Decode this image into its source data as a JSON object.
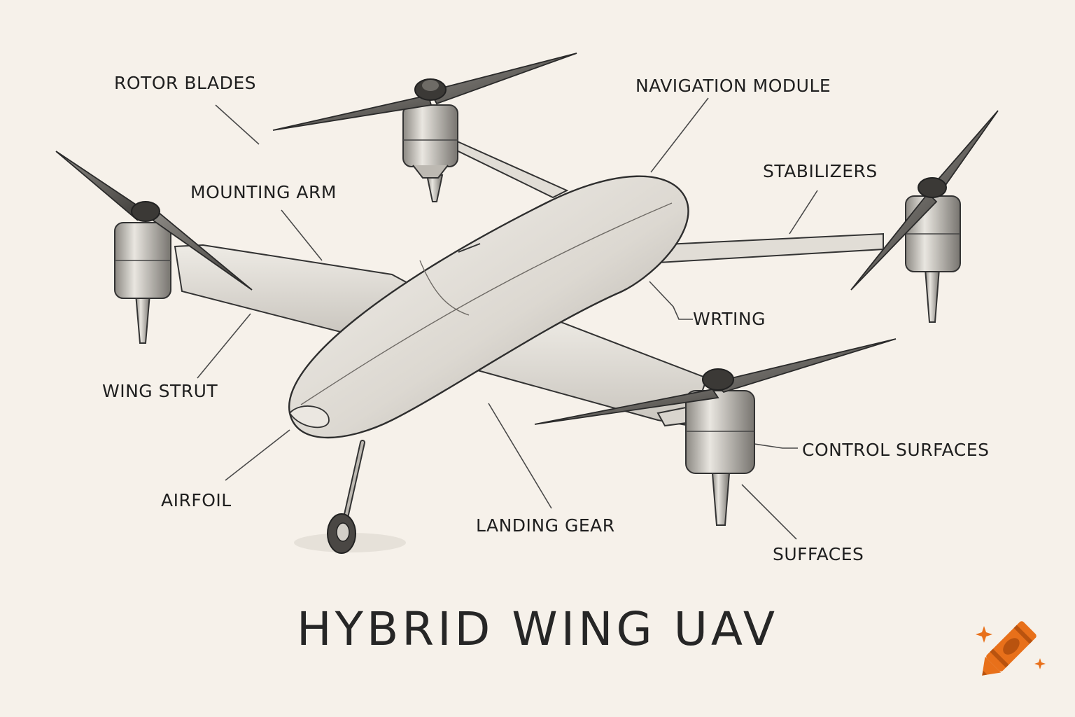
{
  "title": "HYBRID WING UAV",
  "labels": {
    "rotor_blades": "ROTOR BLADES",
    "navigation_module": "NAVIGATION MODULE",
    "mounting_arm": "MOUNTING ARM",
    "stabilizers": "STABILIZERS",
    "wrting": "WRTING",
    "wing_strut": "WING STRUT",
    "control_surfaces": "CONTROL SURFACES",
    "airfoil": "AIRFOIL",
    "landing_gear": "LANDING GEAR",
    "suffaces": "SUFFACES"
  },
  "colors": {
    "background": "#f6f1ea",
    "ink": "#1f1f1f",
    "logo_orange": "#e8701a"
  },
  "icons": [
    "crayon-logo-icon"
  ]
}
